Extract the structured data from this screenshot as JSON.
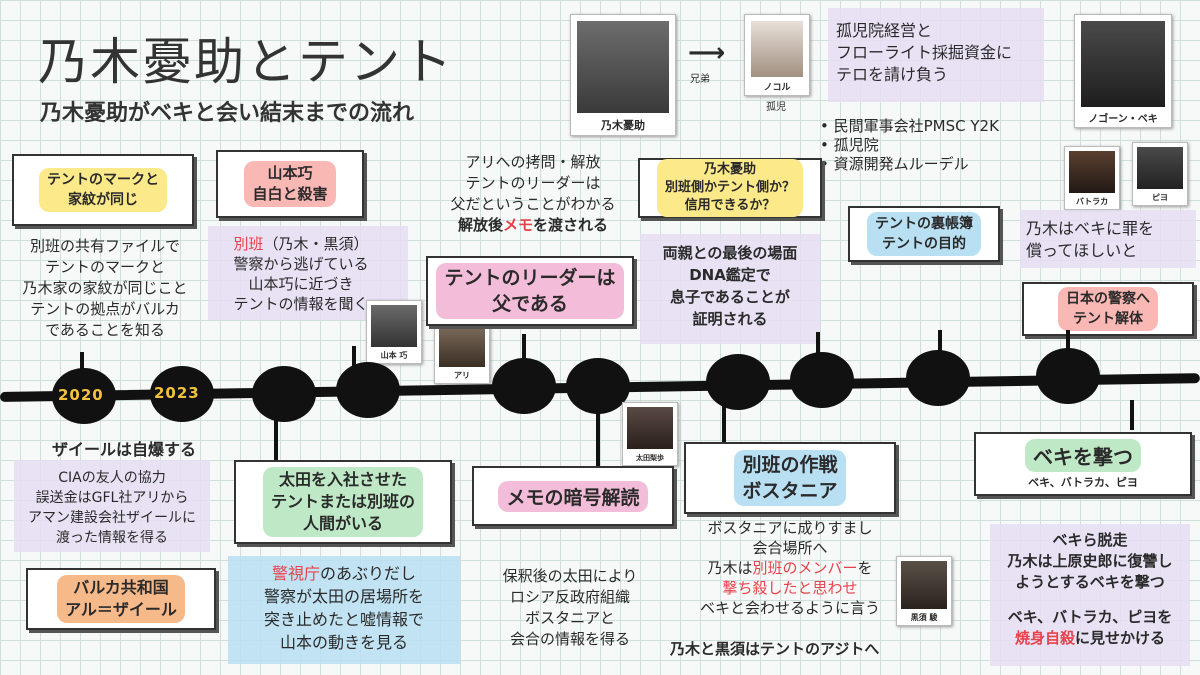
{
  "title": "乃木憂助とテント",
  "subtitle": "乃木憂助がベキと会い結末までの流れ",
  "top_section": {
    "photo_main_caption": "乃木憂助",
    "arrow_label": "兄弟",
    "photo_nokoru_caption": "ノコル",
    "nokoru_sub": "孤児",
    "nokoru_info": [
      "孤児院経営と",
      "フローライト採掘資金に",
      "テロを請け負う"
    ],
    "bullets": [
      "民間軍事会社PMSC Y2K",
      "孤児院",
      "資源開発ムルーデル"
    ],
    "photo_beki_caption": "ノゴーン・ベキ",
    "photo_batraka_caption": "バトラカ",
    "photo_piyo_caption": "ピヨ"
  },
  "timeline": {
    "years": [
      "2020",
      "2023"
    ]
  },
  "cards": {
    "tent_mark": {
      "title": [
        "テントのマークと",
        "家紋が同じ"
      ],
      "desc": [
        "別班の共有ファイルで",
        "テントのマークと",
        "乃木家の家紋が同じこと",
        "テントの拠点がバルカ",
        "であることを知る"
      ]
    },
    "yamamoto": {
      "title": [
        "山本巧",
        "自白と殺害"
      ],
      "desc_red": "別班",
      "desc_after": "（乃木・黒須）",
      "desc": [
        "警察から逃げている",
        "山本巧に近づき",
        "テントの情報を聞く"
      ],
      "photo_caption": "山本 巧"
    },
    "ari": {
      "desc": [
        "アリへの拷問・解放",
        "テントのリーダーは",
        "父だということがわかる"
      ],
      "desc_bold_before": "解放後",
      "desc_bold_red": "メモ",
      "desc_bold_after": "を渡される",
      "photo_caption": "アリ"
    },
    "leader": {
      "title": [
        "テントのリーダーは",
        "父である"
      ]
    },
    "nogi_side": {
      "title": [
        "乃木憂助",
        "別班側かテント側か？",
        "信用できるか？"
      ]
    },
    "dna": {
      "desc": [
        "両親との最後の場面",
        "DNA鑑定で",
        "息子であることが",
        "証明される"
      ]
    },
    "ura": {
      "title": [
        "テントの裏帳簿",
        "テントの目的"
      ]
    },
    "beki_sin": {
      "desc": [
        "乃木はベキに罪を",
        "償ってほしいと"
      ]
    },
    "police": {
      "title": [
        "日本の警察へ",
        "テント解体"
      ]
    },
    "zayeel": {
      "label": "ザイールは自爆する",
      "desc": [
        "CIAの友人の協力",
        "誤送金はGFL社アリから",
        "アマン建設会社ザイールに",
        "渡った情報を得る"
      ]
    },
    "barca": {
      "title": [
        "バルカ共和国",
        "アル＝ザイール"
      ]
    },
    "ota": {
      "title": [
        "太田を入社させた",
        "テントまたは別班の",
        "人間がいる"
      ],
      "desc_red": "警視庁",
      "desc_after": "のあぶりだし",
      "desc": [
        "警察が太田の居場所を",
        "突き止めたと嘘情報で",
        "山本の動きを見る"
      ]
    },
    "memo": {
      "title": "メモの暗号解読",
      "photo_caption": "太田梨歩",
      "desc": [
        "保釈後の太田により",
        "ロシア反政府組織",
        "ボスタニアと",
        "会合の情報を得る"
      ]
    },
    "bostania": {
      "title": [
        "別班の作戦",
        "ボスタニア"
      ],
      "desc1": [
        "ボスタニアに成りすまし",
        "会合場所へ"
      ],
      "desc2_before": "乃木は",
      "desc2_red": "別班のメンバー",
      "desc2_after": "を",
      "desc3_red": "撃ち殺したと思わせ",
      "desc4": "ベキと会わせるように言う",
      "footer": "乃木と黒須はテントのアジトへ",
      "photo_caption": "黒須 駿"
    },
    "beki_shoot": {
      "title": "ベキを撃つ",
      "sub": "ベキ、バトラカ、ピヨ",
      "desc": [
        "ベキら脱走",
        "乃木は上原史郎に復讐し",
        "ようとするベキを撃つ"
      ],
      "desc2": "ベキ、バトラカ、ピヨを",
      "desc3_red": "焼身自殺",
      "desc3_after": "に見せかける"
    }
  }
}
